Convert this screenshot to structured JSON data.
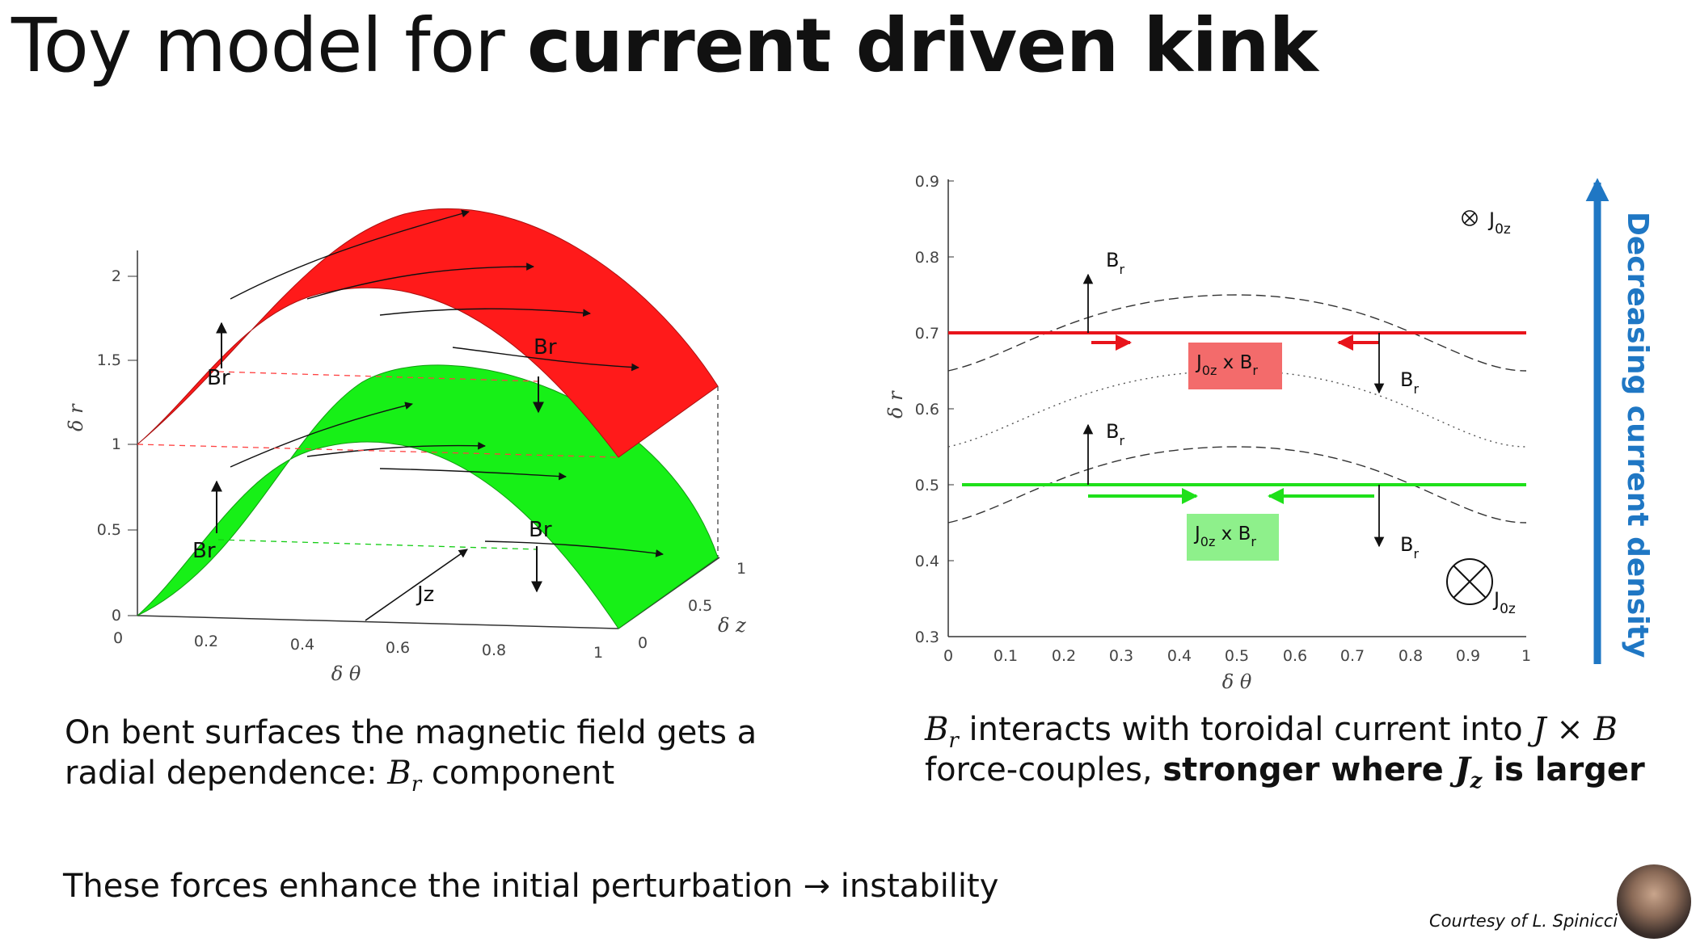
{
  "title": {
    "regular": "Toy model for ",
    "bold": "current driven kink"
  },
  "left_plot": {
    "y_axis_label": "δ r",
    "x_axis_label": "δ θ",
    "z_axis_label": "δ z",
    "y_ticks": [
      "0",
      "0.5",
      "1",
      "1.5",
      "2"
    ],
    "x_ticks": [
      "0",
      "0.2",
      "0.4",
      "0.6",
      "0.8",
      "1"
    ],
    "z_ticks": [
      "0",
      "0.5",
      "1"
    ],
    "labels": {
      "br": "Br",
      "jz": "Jz"
    },
    "colors": {
      "upper_surface": "#ff1a1a",
      "lower_surface": "#17f017"
    }
  },
  "right_plot": {
    "y_axis_label": "δ r",
    "x_axis_label": "δ θ",
    "y_ticks": [
      "0.3",
      "0.4",
      "0.5",
      "0.6",
      "0.7",
      "0.8",
      "0.9"
    ],
    "x_ticks": [
      "0",
      "0.1",
      "0.2",
      "0.3",
      "0.4",
      "0.5",
      "0.6",
      "0.7",
      "0.8",
      "0.9",
      "1"
    ],
    "legend_main": "J",
    "legend_sub": "0z",
    "force_main": "J",
    "force_sub": "0z",
    "force_mid": " x B",
    "force_end": "r",
    "br_main": "B",
    "br_sub": "r",
    "colors": {
      "red_line": "#e8141b",
      "green_line": "#1fe01a",
      "red_box": "#f36b6b",
      "green_box": "#8ef08b"
    }
  },
  "side_label": "Decreasing current density",
  "side_color": "#1f77c4",
  "caption_left": {
    "line1": "On bent surfaces the magnetic field gets a",
    "line2a": "radial dependence: ",
    "line2_math": "B",
    "line2_sub": "r",
    "line2b": " component"
  },
  "caption_right": {
    "l1_math": "B",
    "l1_sub": "r",
    "l1_text": " interacts with toroidal current into ",
    "l1_math2": "J × B",
    "l2_text": "force-couples, ",
    "l2_bold": "stronger where ",
    "l2_math": "J",
    "l2_sub": "z",
    "l2_bold2": " is larger"
  },
  "bottom_text": "These forces enhance the initial perturbation → instability",
  "courtesy": "Courtesy of L. Spinicci"
}
